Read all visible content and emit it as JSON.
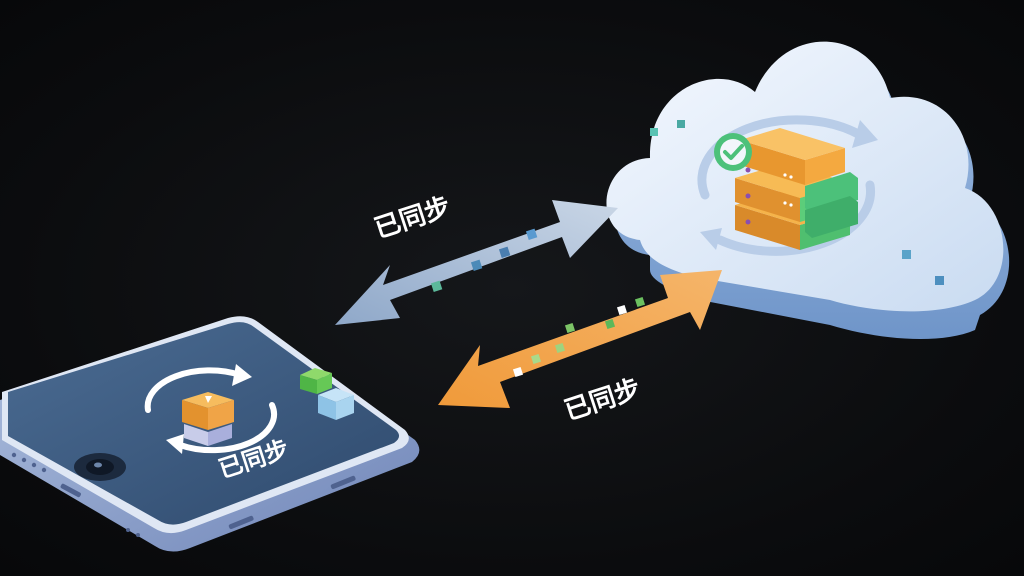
{
  "scene": {
    "upper_arrow_label": "已同步",
    "lower_arrow_label": "已同步",
    "phone_label": "已同步",
    "upper_arrow_color": "#a9bcd6",
    "lower_arrow_color": "#f0a447",
    "cloud_color": "#e9f1fb",
    "phone_screen_color": "#3f5f85",
    "server_color": "#f2a33c",
    "check_color": "#4cc17a",
    "icons": [
      "cloud-icon",
      "server-icon",
      "check-icon",
      "phone-icon",
      "sync-icon",
      "box-icon",
      "data-cube-icon"
    ]
  }
}
